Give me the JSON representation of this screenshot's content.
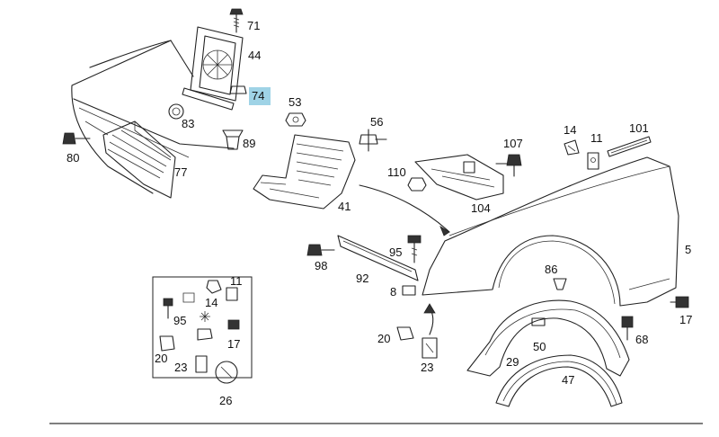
{
  "callouts": {
    "c71": "71",
    "c44": "44",
    "c74": "74",
    "c53": "53",
    "c83": "83",
    "c89": "89",
    "c80": "80",
    "c77": "77",
    "c56": "56",
    "c41": "41",
    "c110": "110",
    "c107": "107",
    "c14": "14",
    "c11": "11",
    "c101": "101",
    "c104": "104",
    "c5": "5",
    "c95": "95",
    "c98": "98",
    "c92": "92",
    "c8": "8",
    "c86": "86",
    "c17": "17",
    "c68": "68",
    "c50": "50",
    "c20": "20",
    "c23": "23",
    "c29": "29",
    "c47": "47",
    "k11": "11",
    "k14": "14",
    "k95": "95",
    "k17": "17",
    "k20": "20",
    "k23": "23",
    "k26": "26"
  },
  "highlight": {
    "label": "74",
    "color": "#9fd3e6"
  }
}
